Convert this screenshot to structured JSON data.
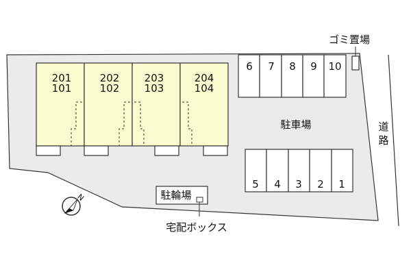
{
  "units": [
    {
      "upper": "201",
      "lower": "101"
    },
    {
      "upper": "202",
      "lower": "102"
    },
    {
      "upper": "203",
      "lower": "103"
    },
    {
      "upper": "204",
      "lower": "104"
    }
  ],
  "parking_top": [
    "6",
    "7",
    "8",
    "9",
    "10"
  ],
  "parking_bottom": [
    "5",
    "4",
    "3",
    "2",
    "1"
  ],
  "labels": {
    "garbage": "ゴミ置場",
    "parking": "駐車場",
    "road_1": "道",
    "road_2": "路",
    "bicycle": "駐輪場",
    "delivery_box": "宅配ボックス",
    "north": "N"
  },
  "colors": {
    "building_fill": "#fbfbd0",
    "lot_fill": "#ebebeb",
    "outline": "#333333"
  }
}
